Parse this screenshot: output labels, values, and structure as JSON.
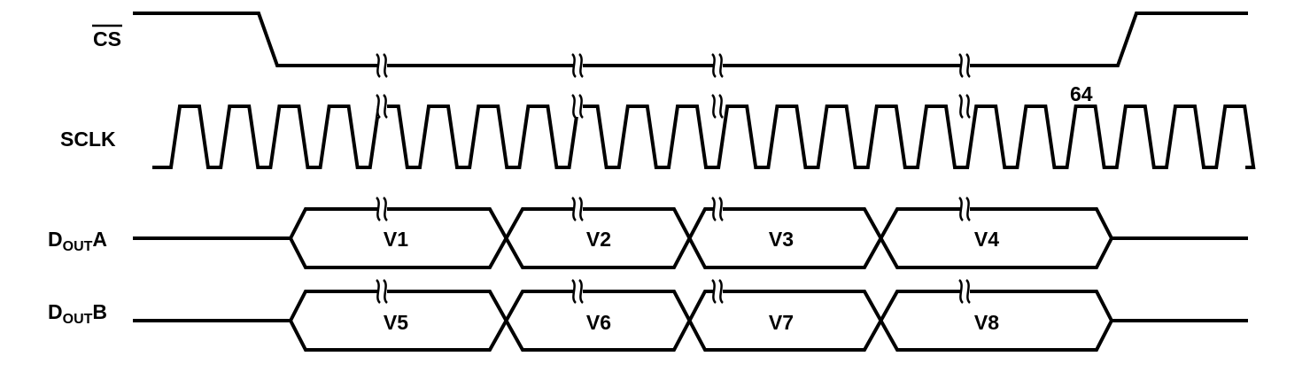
{
  "signals": {
    "cs": "CS",
    "sclk": "SCLK",
    "dout_a": {
      "main": "D",
      "sub": "OUT",
      "suffix": "A"
    },
    "dout_b": {
      "main": "D",
      "sub": "OUT",
      "suffix": "B"
    }
  },
  "sclk_count_label": "64",
  "dout_a_values": [
    "V1",
    "V2",
    "V3",
    "V4"
  ],
  "dout_b_values": [
    "V5",
    "V6",
    "V7",
    "V8"
  ]
}
